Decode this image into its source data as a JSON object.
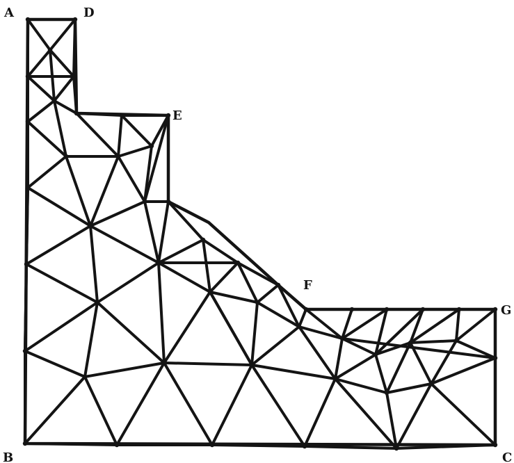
{
  "diagram": {
    "labels": {
      "A": "A",
      "D": "D",
      "E": "E",
      "F": "F",
      "G": "G",
      "B": "B",
      "C": "C"
    },
    "colors": {
      "ink": "#141414",
      "background": "#ffffff"
    }
  }
}
